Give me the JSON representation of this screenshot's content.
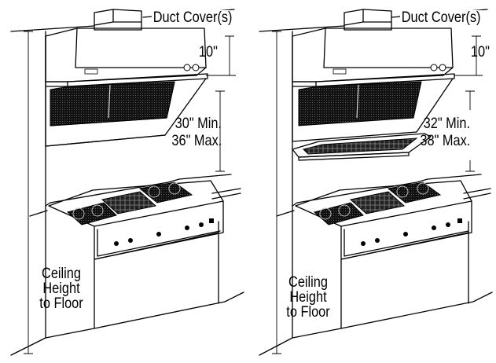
{
  "panels": [
    {
      "duct_label": "Duct Cover(s)",
      "duct_gap": "10\"",
      "clear_min": "30\" Min.",
      "clear_max": "36\" Max.",
      "ceiling": [
        "Ceiling",
        "Height",
        "to Floor"
      ],
      "shelf": false
    },
    {
      "duct_label": "Duct Cover(s)",
      "duct_gap": "10\"",
      "clear_min": "32\" Min.",
      "clear_max": "38\" Max.",
      "ceiling": [
        "Ceiling",
        "Height",
        "to Floor"
      ],
      "shelf": true
    }
  ],
  "colors": {
    "line": "#000000",
    "hood_dark": "#111111",
    "background": "#ffffff"
  }
}
